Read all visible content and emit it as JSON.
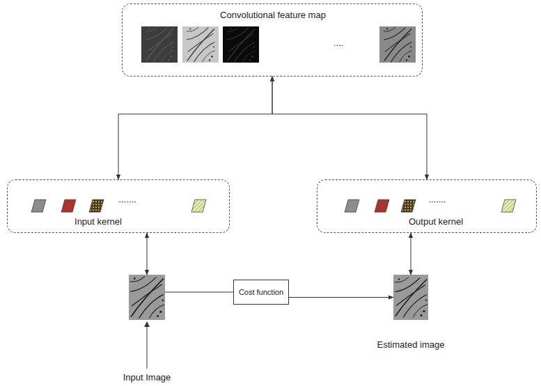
{
  "diagram": {
    "nodes": [
      {
        "text": [
          "Convolutional feature map",
          "...."
        ]
      },
      {
        "text": [
          ".......",
          "Input kernel"
        ]
      },
      {
        "text": [
          ".......",
          "Output kernel"
        ]
      },
      {
        "text": [
          "Input Image"
        ]
      },
      {
        "text": [
          "Cost function"
        ]
      },
      {
        "text": [
          "Estimated image"
        ]
      }
    ],
    "edges": [
      {
        "from": 0,
        "to": 1,
        "arrow": "both"
      },
      {
        "from": 0,
        "to": 2,
        "arrow": "both"
      },
      {
        "from": 1,
        "to": 3,
        "arrow": "both"
      },
      {
        "from": 2,
        "to": 5,
        "arrow": "both"
      },
      {
        "from": 3,
        "to": 4,
        "arrow": "none"
      },
      {
        "from": 4,
        "to": 5,
        "arrow": "to"
      }
    ]
  }
}
